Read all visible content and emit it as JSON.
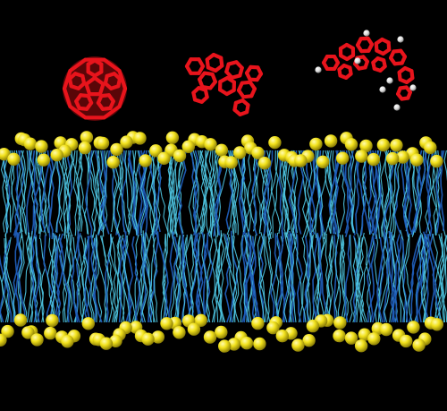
{
  "scene": {
    "background": "#000000",
    "colors": {
      "headgroup": "#f2e21c",
      "headgroup_highlight": "#fffbb0",
      "lipid_tail_light": "#4fc9e6",
      "lipid_tail_dark": "#1f5db8",
      "molecule": "#e8141c",
      "molecule_highlight": "#ff6a5a",
      "hydrogen": "#d8d8d8"
    },
    "molecules": [
      {
        "name": "c60-fullerene-sphere",
        "shape": "closed-cage"
      },
      {
        "name": "partially-opened-cage",
        "shape": "folded-sheet"
      },
      {
        "name": "hydrogenated-curved-sheet",
        "shape": "curved-sheet-with-hydrogens"
      }
    ],
    "membrane": {
      "type": "lipid-bilayer",
      "leaflets": [
        "upper",
        "lower"
      ]
    }
  }
}
